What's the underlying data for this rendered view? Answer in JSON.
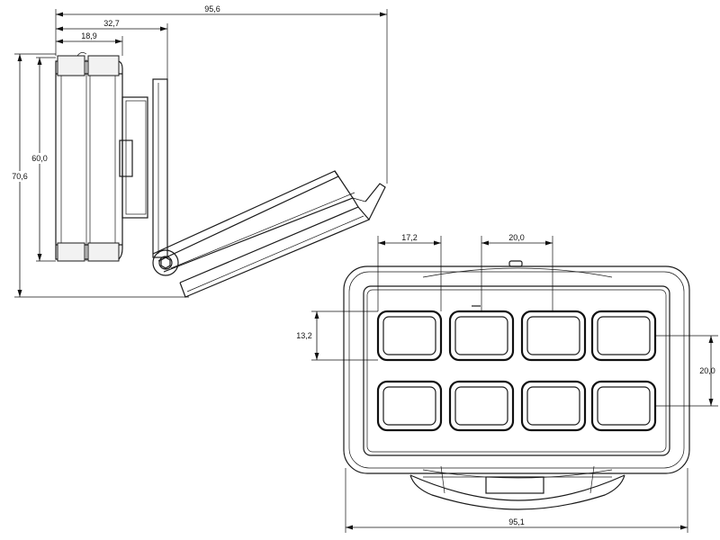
{
  "dimensions": {
    "side_total_width": "95,6",
    "side_depth": "32,7",
    "side_body_depth": "18,9",
    "side_total_height": "70,6",
    "side_body_height": "60,0",
    "front_key_width": "17,2",
    "front_key_pitch_h": "20,0",
    "front_key_height": "13,2",
    "front_key_pitch_v": "20,0",
    "front_total_width": "95,1"
  }
}
